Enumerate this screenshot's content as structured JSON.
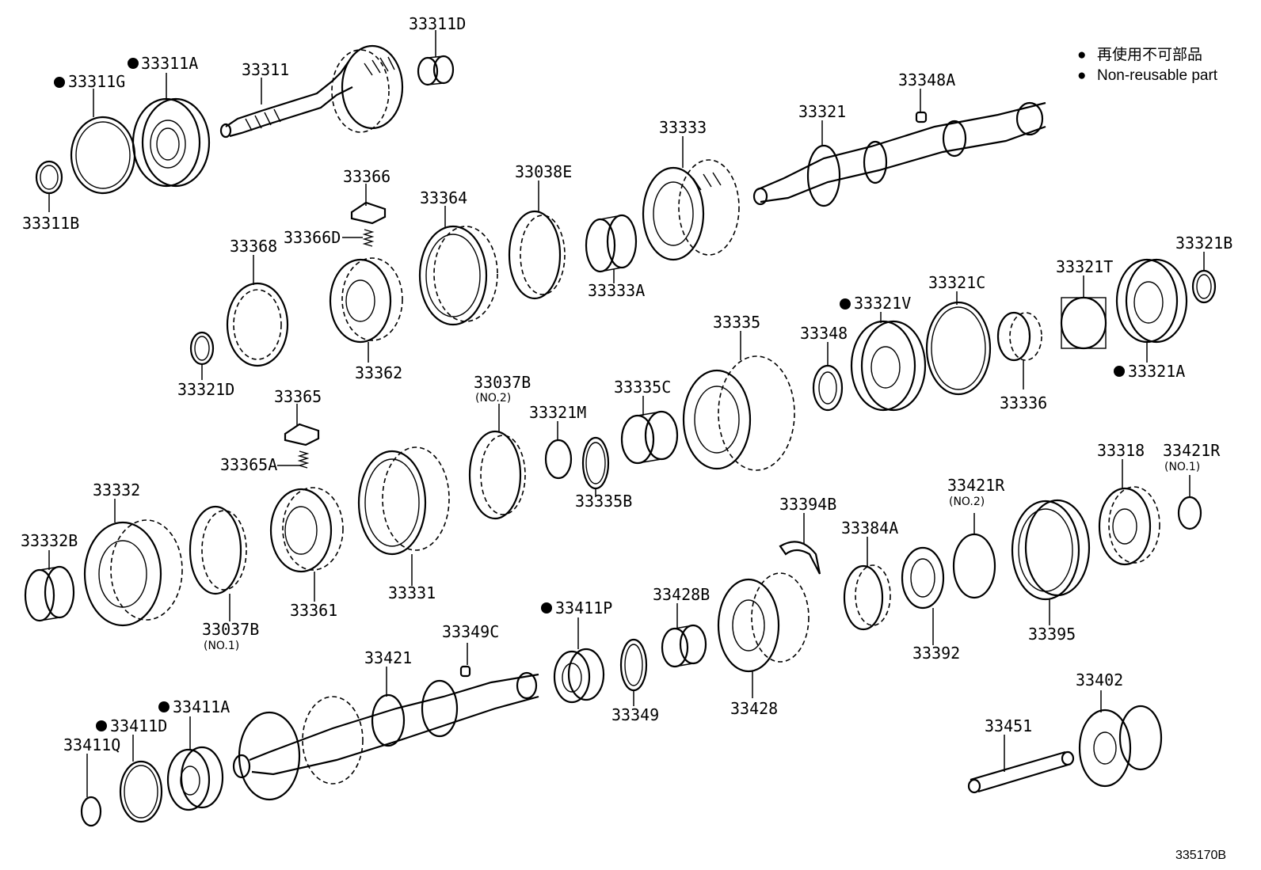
{
  "legend": {
    "items": [
      {
        "marker": "●",
        "text": "再使用不可部品"
      },
      {
        "marker": "●",
        "text": "Non-reusable part"
      }
    ]
  },
  "figure_code": "335170B",
  "parts": {
    "p33311D": {
      "label": "33311D"
    },
    "p33311A": {
      "label": "33311A",
      "nonreusable": true
    },
    "p33311": {
      "label": "33311"
    },
    "p33311G": {
      "label": "33311G",
      "nonreusable": true
    },
    "p33311B": {
      "label": "33311B"
    },
    "p33348A": {
      "label": "33348A"
    },
    "p33321": {
      "label": "33321"
    },
    "p33333": {
      "label": "33333"
    },
    "p33366": {
      "label": "33366"
    },
    "p33366D": {
      "label": "33366D"
    },
    "p33364": {
      "label": "33364"
    },
    "p33038E": {
      "label": "33038E"
    },
    "p33368": {
      "label": "33368"
    },
    "p33333A": {
      "label": "33333A"
    },
    "p33321B": {
      "label": "33321B"
    },
    "p33321T": {
      "label": "33321T"
    },
    "p33321C": {
      "label": "33321C"
    },
    "p33321V": {
      "label": "33321V",
      "nonreusable": true
    },
    "p33335": {
      "label": "33335"
    },
    "p33348": {
      "label": "33348"
    },
    "p33321A": {
      "label": "33321A",
      "nonreusable": true
    },
    "p33362": {
      "label": "33362"
    },
    "p33321D": {
      "label": "33321D"
    },
    "p33336": {
      "label": "33336"
    },
    "p33365": {
      "label": "33365"
    },
    "p33037B2": {
      "label": "33037B",
      "sub": "(NO.2)"
    },
    "p33321M": {
      "label": "33321M"
    },
    "p33335C": {
      "label": "33335C"
    },
    "p33365A": {
      "label": "33365A"
    },
    "p33421R1": {
      "label": "33421R",
      "sub": "(NO.1)"
    },
    "p33318": {
      "label": "33318"
    },
    "p33332": {
      "label": "33332"
    },
    "p33335B": {
      "label": "33335B"
    },
    "p33421R2": {
      "label": "33421R",
      "sub": "(NO.2)"
    },
    "p33394B": {
      "label": "33394B"
    },
    "p33384A": {
      "label": "33384A"
    },
    "p33332B": {
      "label": "33332B"
    },
    "p33331": {
      "label": "33331"
    },
    "p33037B1": {
      "label": "33037B",
      "sub": "(NO.1)"
    },
    "p33361": {
      "label": "33361"
    },
    "p33411P": {
      "label": "33411P",
      "nonreusable": true
    },
    "p33428B": {
      "label": "33428B"
    },
    "p33392": {
      "label": "33392"
    },
    "p33395": {
      "label": "33395"
    },
    "p33349C": {
      "label": "33349C"
    },
    "p33421": {
      "label": "33421"
    },
    "p33349": {
      "label": "33349"
    },
    "p33428": {
      "label": "33428"
    },
    "p33402": {
      "label": "33402"
    },
    "p33411A": {
      "label": "33411A",
      "nonreusable": true
    },
    "p33411D": {
      "label": "33411D",
      "nonreusable": true
    },
    "p33411Q": {
      "label": "33411Q"
    },
    "p33451": {
      "label": "33451"
    }
  }
}
